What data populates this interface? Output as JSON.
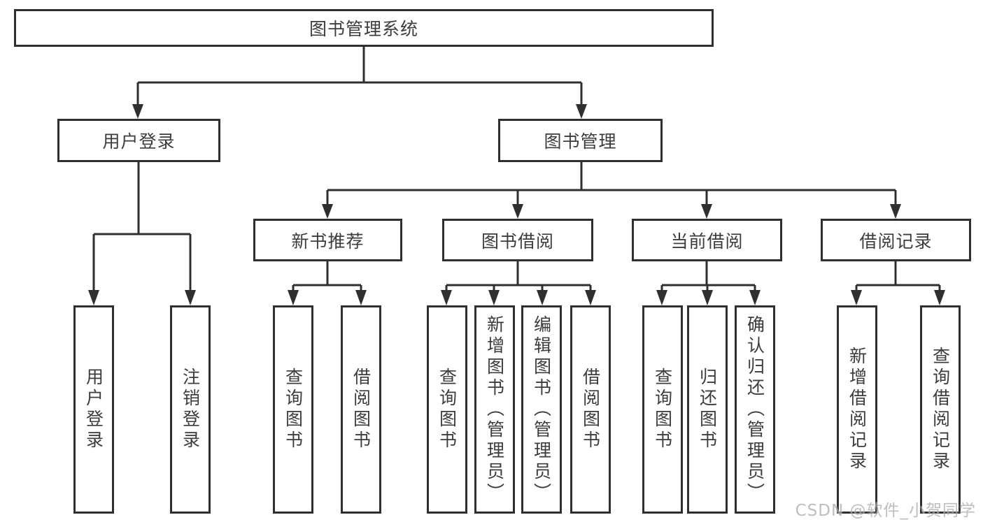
{
  "colors": {
    "line": "#2f2f2f",
    "box_border": "#2f2f2f",
    "text": "#3c3c3c",
    "background": "#ffffff",
    "watermark": "#a9a9a9"
  },
  "tree": {
    "root": "图书管理系统",
    "branches": [
      {
        "label": "用户登录",
        "children": [
          {
            "label": "用户登录"
          },
          {
            "label": "注销登录"
          }
        ]
      },
      {
        "label": "图书管理",
        "groups": [
          {
            "label": "新书推荐",
            "children": [
              {
                "label": "查询图书"
              },
              {
                "label": "借阅图书"
              }
            ]
          },
          {
            "label": "图书借阅",
            "children": [
              {
                "label": "查询图书"
              },
              {
                "label": "新增图书（管理员）"
              },
              {
                "label": "编辑图书（管理员）"
              },
              {
                "label": "借阅图书"
              }
            ]
          },
          {
            "label": "当前借阅",
            "children": [
              {
                "label": "查询图书"
              },
              {
                "label": "归还图书"
              },
              {
                "label": "确认归还（管理员）"
              }
            ]
          },
          {
            "label": "借阅记录",
            "children": [
              {
                "label": "新增借阅记录"
              },
              {
                "label": "查询借阅记录"
              }
            ]
          }
        ]
      }
    ]
  },
  "watermark": "CSDN @软件_小贺同学"
}
